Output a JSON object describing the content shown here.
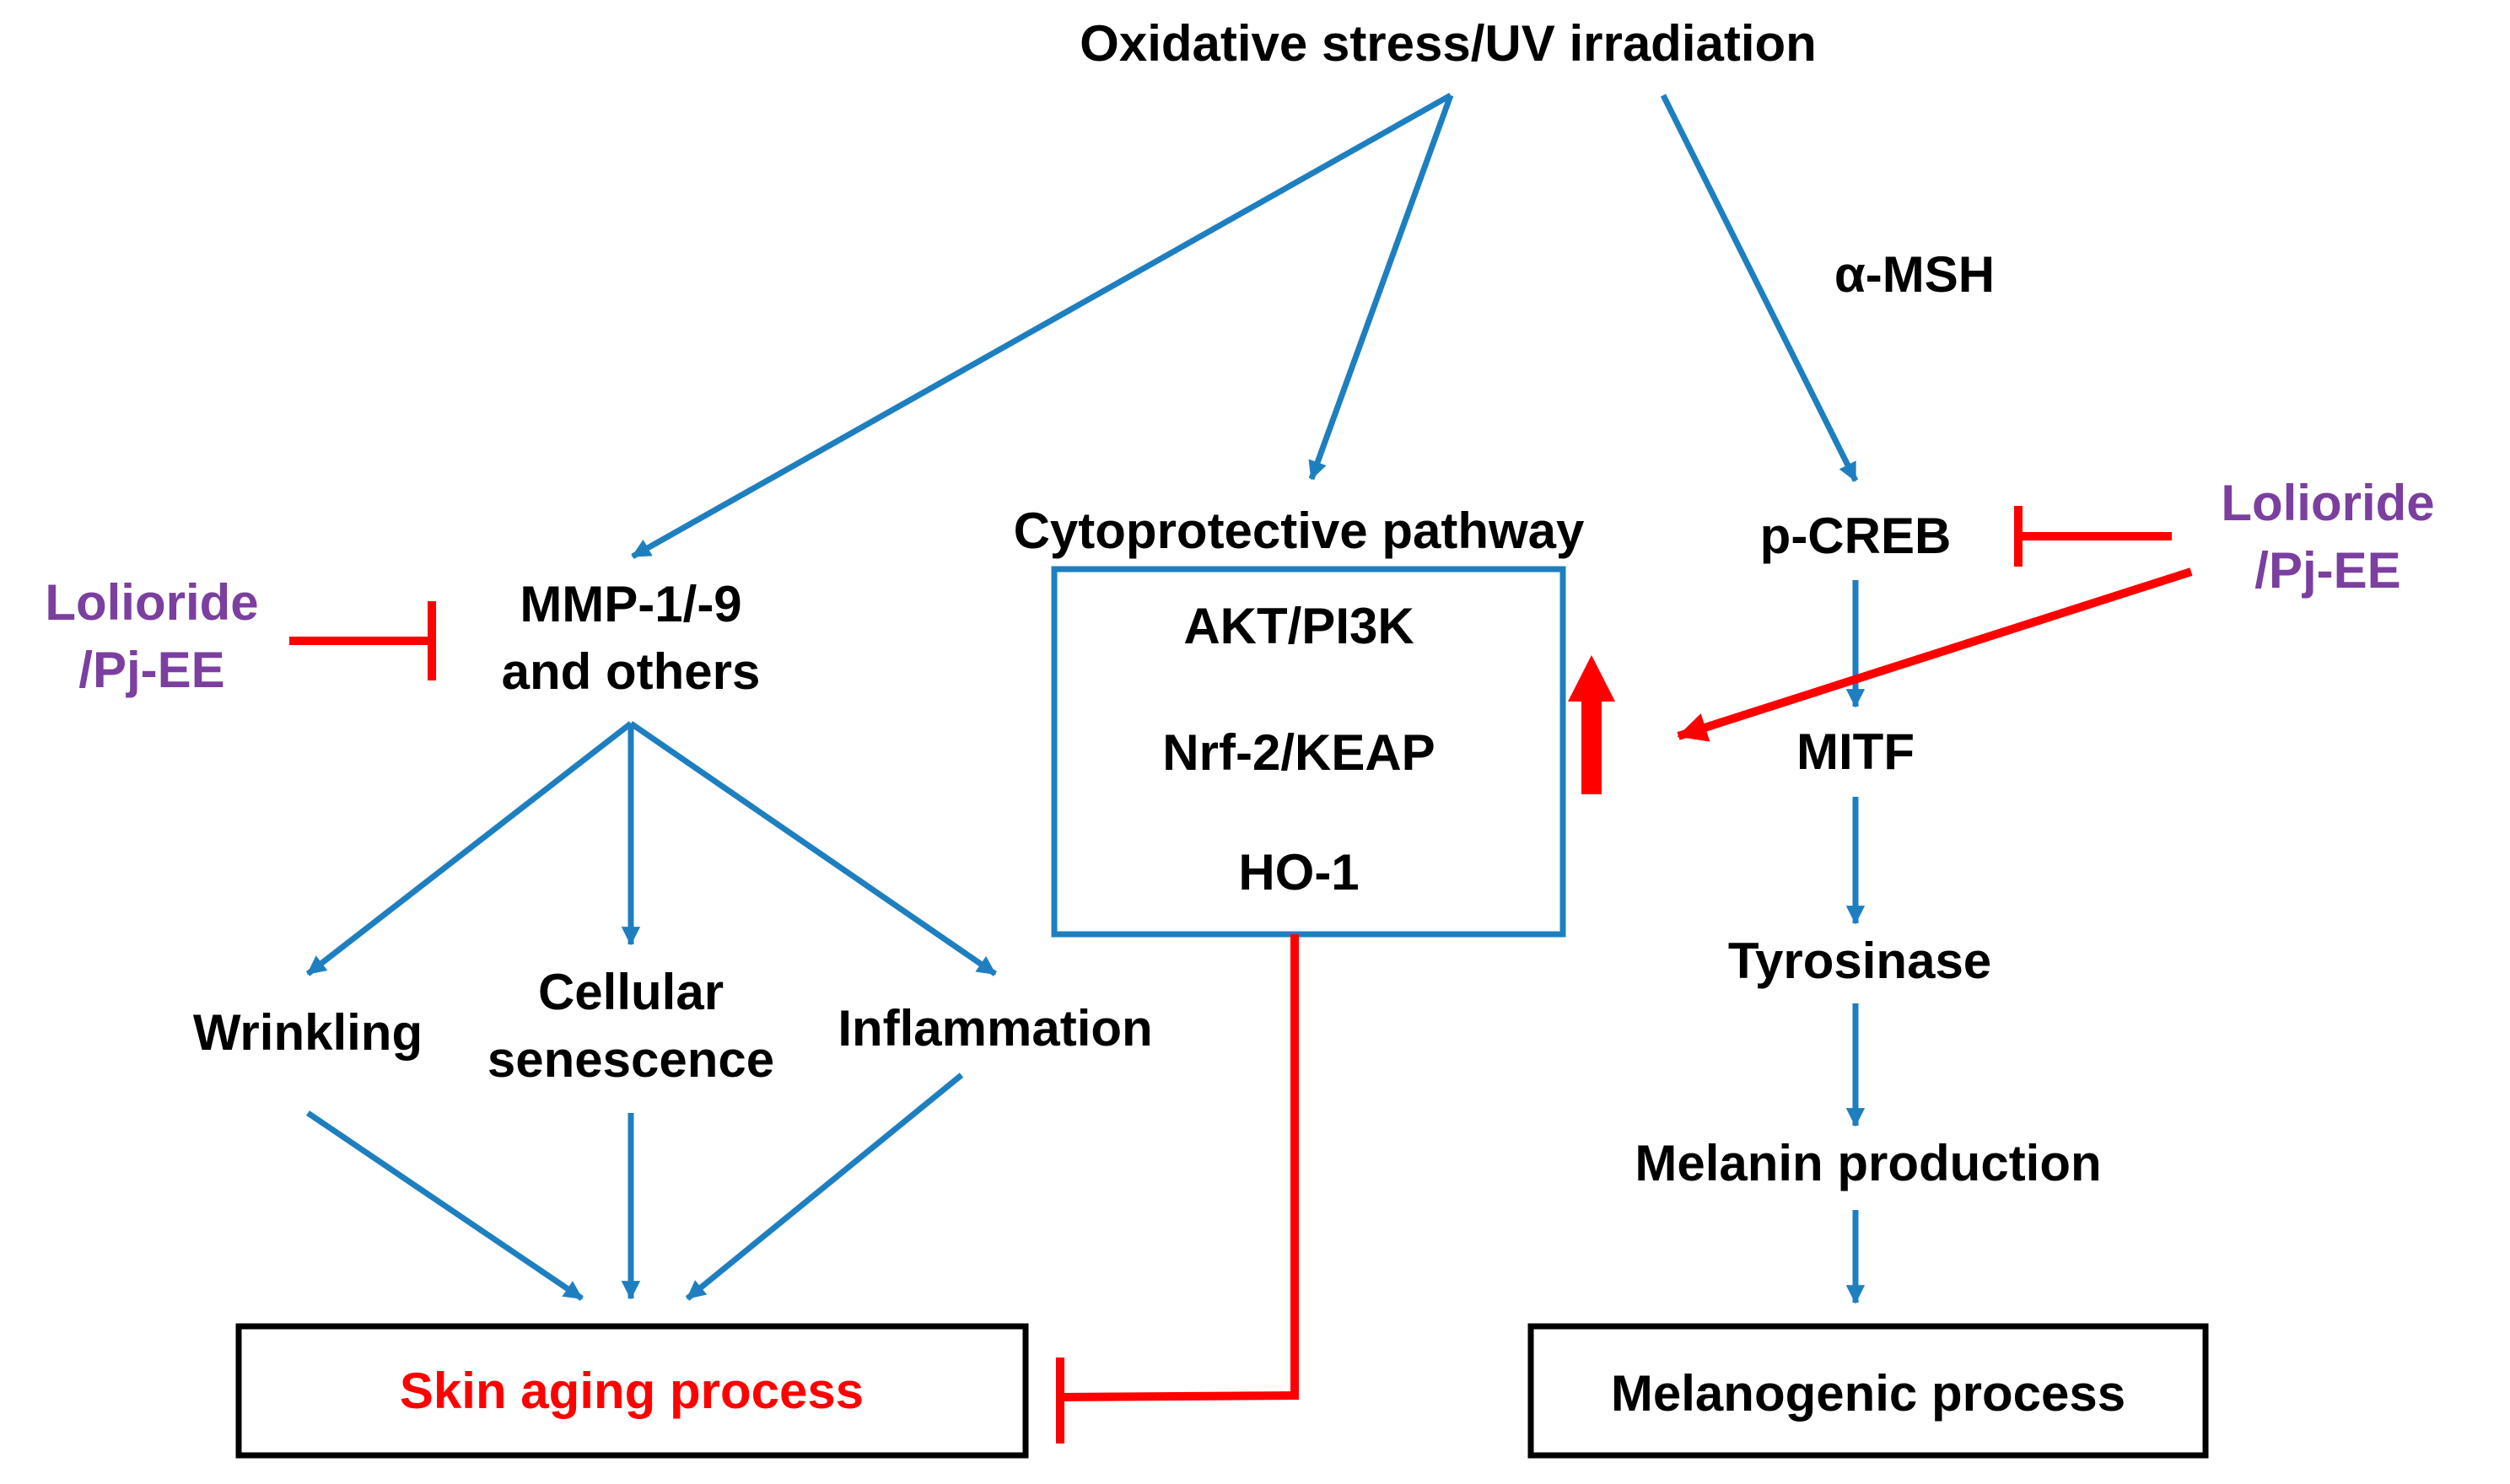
{
  "colors": {
    "flow": "#1e7fc0",
    "inhibit": "#ff0000",
    "agent": "#7b3fa0",
    "text": "#000000"
  },
  "nodes": {
    "top": "Oxidative stress/UV irradiation",
    "alpha_msh": "α-MSH",
    "mmp_line1": "MMP-1/-9",
    "mmp_line2": "and others",
    "cytoprotective": "Cytoprotective pathway",
    "akt": "AKT/PI3K",
    "nrf2": "Nrf-2/KEAP",
    "ho1": "HO-1",
    "pcreb": "p-CREB",
    "mitf": "MITF",
    "tyrosinase": "Tyrosinase",
    "melanin": "Melanin production",
    "wrinkling": "Wrinkling",
    "cellular_line1": "Cellular",
    "cellular_line2": "senescence",
    "inflammation": "Inflammation",
    "skin_aging": "Skin aging process",
    "melanogenic": "Melanogenic process"
  },
  "agents": {
    "left_line1": "Lolioride",
    "left_line2": "/Pj-EE",
    "right_line1": "Lolioride",
    "right_line2": "/Pj-EE"
  },
  "icons": {
    "upregulation": "thick-up-arrow-icon"
  }
}
